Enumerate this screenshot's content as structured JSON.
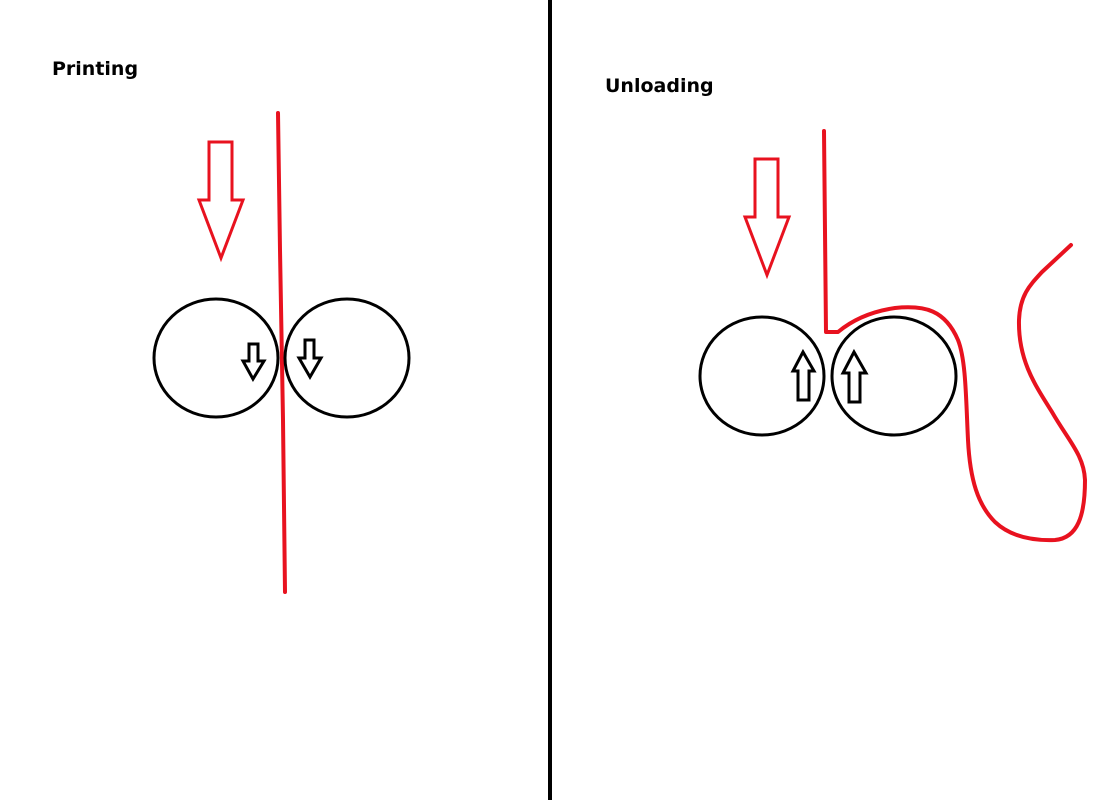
{
  "panels": {
    "left": {
      "title": "Printing"
    },
    "right": {
      "title": "Unloading"
    }
  },
  "colors": {
    "filament": "#e8121f",
    "outline": "#000000",
    "background": "#ffffff"
  },
  "icons": {
    "feed_arrow": "arrow-down-outline",
    "gear_rotation_printing": "arrow-down-small",
    "gear_rotation_unloading": "arrow-up-small"
  }
}
